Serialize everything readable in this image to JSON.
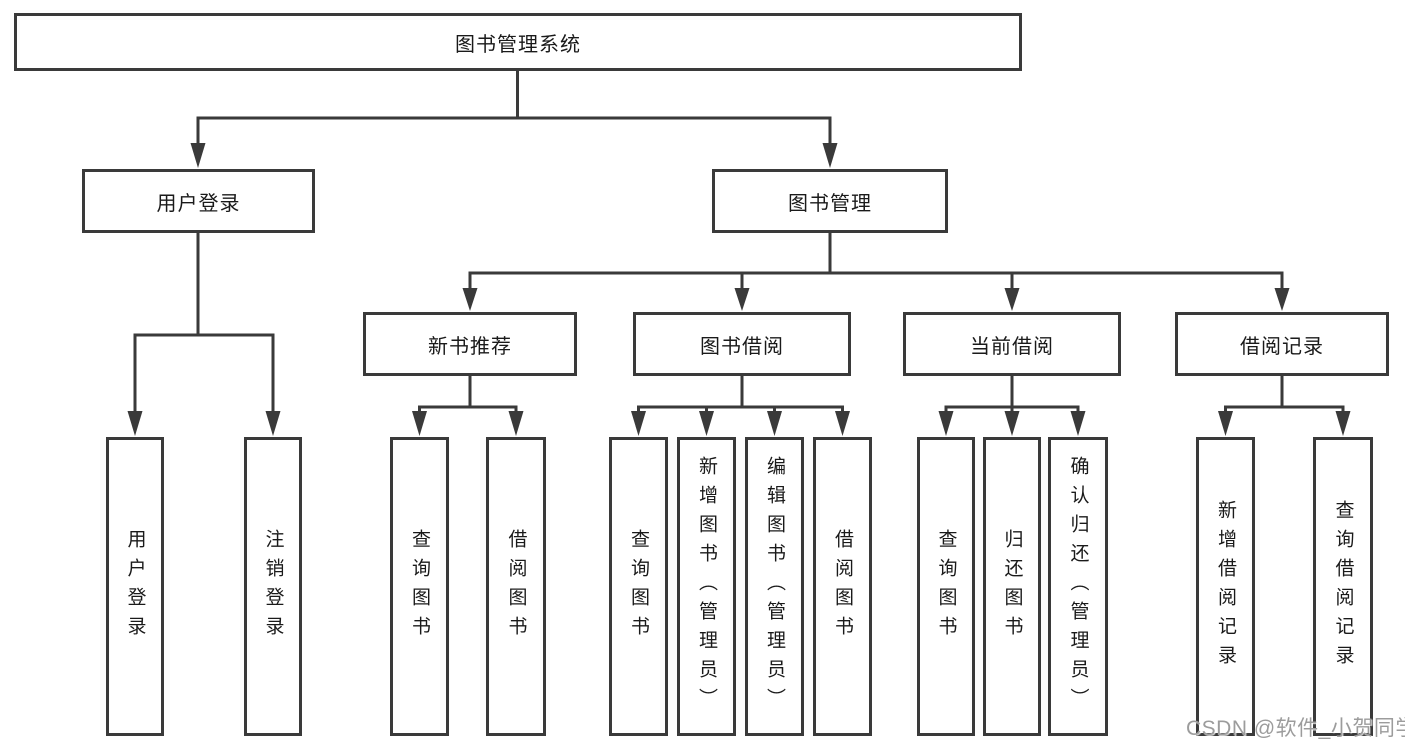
{
  "diagram": {
    "root": {
      "label": "图书管理系统"
    },
    "branches": [
      {
        "label": "用户登录",
        "children": [
          {
            "label": "用户登录"
          },
          {
            "label": "注销登录"
          }
        ]
      },
      {
        "label": "图书管理",
        "children": [
          {
            "label": "新书推荐",
            "children": [
              {
                "label": "查询图书"
              },
              {
                "label": "借阅图书"
              }
            ]
          },
          {
            "label": "图书借阅",
            "children": [
              {
                "label": "查询图书"
              },
              {
                "label": "新增图书（管理员）"
              },
              {
                "label": "编辑图书（管理员）"
              },
              {
                "label": "借阅图书"
              }
            ]
          },
          {
            "label": "当前借阅",
            "children": [
              {
                "label": "查询图书"
              },
              {
                "label": "归还图书"
              },
              {
                "label": "确认归还（管理员）"
              }
            ]
          },
          {
            "label": "借阅记录",
            "children": [
              {
                "label": "新增借阅记录"
              },
              {
                "label": "查询借阅记录"
              }
            ]
          }
        ]
      }
    ]
  },
  "watermark": {
    "text": "CSDN @软件_小贺同学"
  },
  "colors": {
    "line": "#3a3a3a",
    "text": "#1a1a1a",
    "watermark": "#9c9c9c",
    "background": "#ffffff"
  }
}
